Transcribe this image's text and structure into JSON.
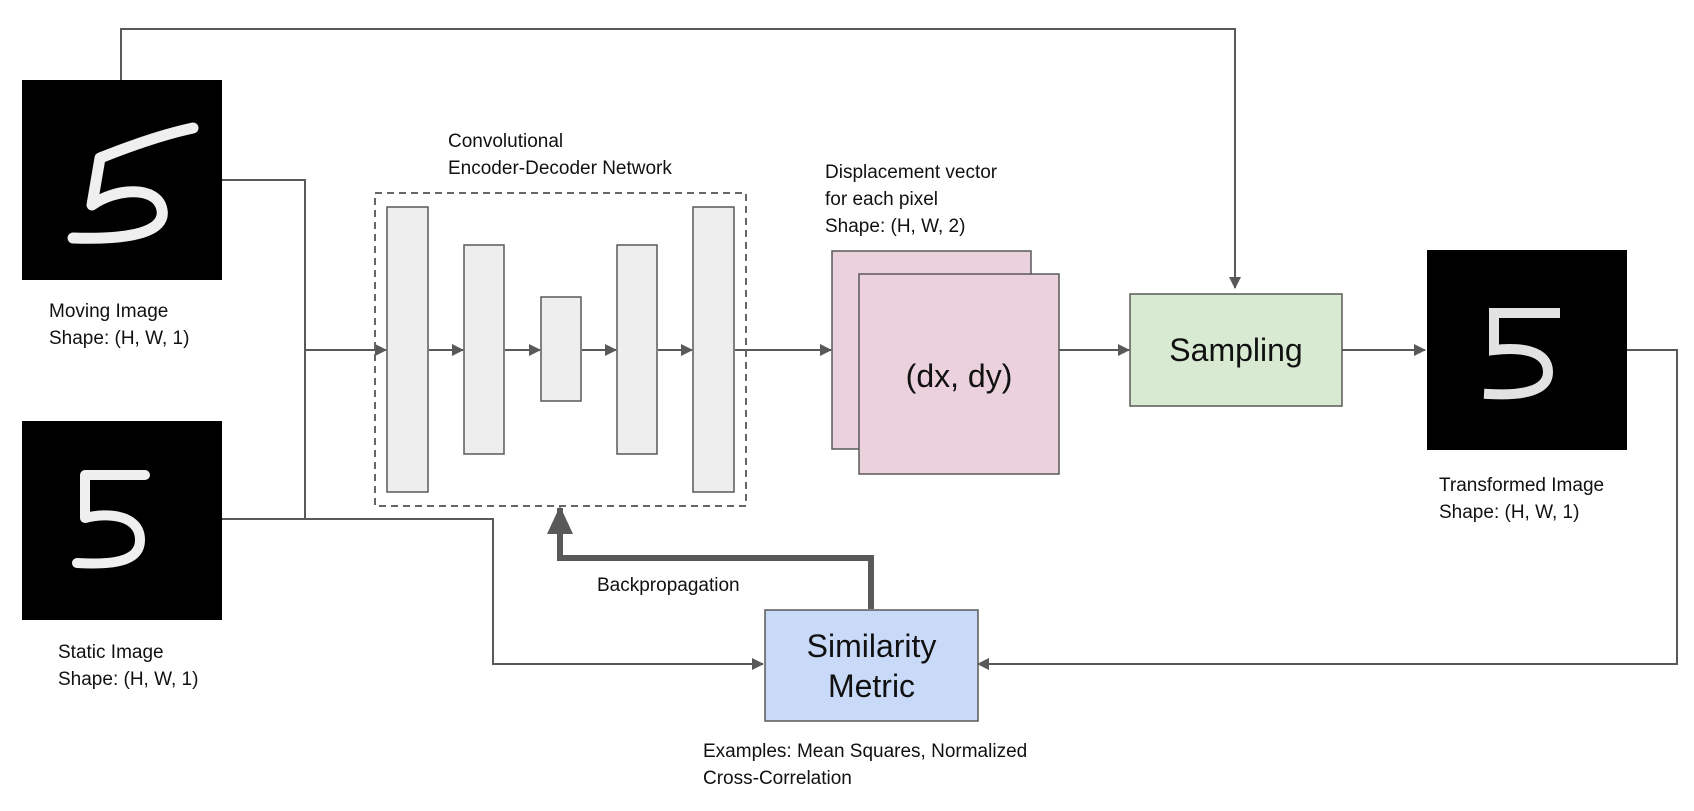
{
  "inputs": {
    "moving": {
      "title": "Moving Image",
      "shape": "Shape: (H, W, 1)",
      "digit": "5"
    },
    "static": {
      "title": "Static Image",
      "shape": "Shape: (H, W, 1)",
      "digit": "5"
    }
  },
  "network": {
    "title_line1": "Convolutional",
    "title_line2": "Encoder-Decoder Network"
  },
  "displacement": {
    "line1": "Displacement vector",
    "line2": "for each pixel",
    "line3": "Shape: (H, W, 2)",
    "value": "(dx, dy)"
  },
  "sampling": {
    "label": "Sampling"
  },
  "output": {
    "title": "Transformed Image",
    "shape": "Shape: (H, W, 1)",
    "digit": "5"
  },
  "similarity": {
    "line1": "Similarity",
    "line2": "Metric",
    "examples_line1": "Examples: Mean Squares, Normalized",
    "examples_line2": "Cross-Correlation"
  },
  "backprop": {
    "label": "Backpropagation"
  },
  "colors": {
    "arrow": "#595959",
    "layer_fill": "#eeeeee",
    "displacement_fill": "#ead1dc",
    "sampling_fill": "#d9ead3",
    "similarity_fill": "#c9daf8",
    "image_bg": "#000000"
  }
}
